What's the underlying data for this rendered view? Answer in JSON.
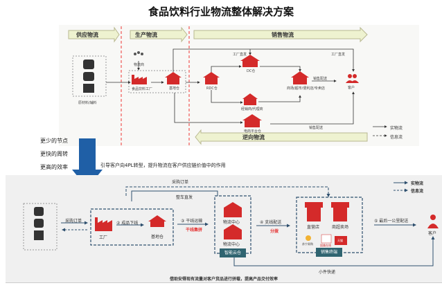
{
  "title": "食品饮料行业物流整体解决方案",
  "top": {
    "phases": {
      "supply": "供应物流",
      "production": "生产物流",
      "sales": "销售物流",
      "reverse": "逆向物流"
    },
    "nodes": {
      "raw": "原材料/辅料",
      "provider": "物流商",
      "factory": "食品饮料工厂",
      "base": "基地仓",
      "rdc": "RDC仓",
      "dc": "DC仓",
      "retail": "商场/超市/便利店/专卖店",
      "dealer": "经销商/代理商",
      "ecom": "电商平台仓",
      "customer": "客户"
    },
    "labels": {
      "direct1": "工厂直发",
      "direct2": "工厂直发",
      "deliver1": "销售配送",
      "deliver2": "销售配送"
    },
    "legend": {
      "physical": "实物流",
      "info": "信息流"
    }
  },
  "middle": {
    "points": [
      "更少的节点",
      "更快的周转",
      "更高的效率"
    ],
    "statement": "引导客户向4PL转型，提升物流在客户供应链价值中的作用"
  },
  "bottom": {
    "order1": "采购订单",
    "order2": "采购订单",
    "fulltruck": "整车直发",
    "step2": "② 成品下线",
    "factory": "工厂",
    "base": "基地仓",
    "step3": "③ 干线运输",
    "consolidate": "干线集拼",
    "center1": "物流中心",
    "center2": "物流中心",
    "cloud": "智能云仓",
    "step4": "④ 支线配送",
    "distribute": "分拨",
    "store1": "直营店",
    "store2": "商超卖场",
    "brands": [
      "苏宁易购",
      "国美在线",
      "天猫"
    ],
    "terminal": "销售终端",
    "step5": "⑤ 最后一公里配送",
    "customer": "客户",
    "express": "小件快递",
    "note": "借助安得现有流量对客户货品进行拼载，提高产品交付效率",
    "legend": {
      "physical": "实物流",
      "info": "信息流"
    }
  },
  "colors": {
    "red": "#d42a2a",
    "blue": "#1f5fa6",
    "navy": "#2e4f6e",
    "arrow_fill": "#eef2d0"
  }
}
